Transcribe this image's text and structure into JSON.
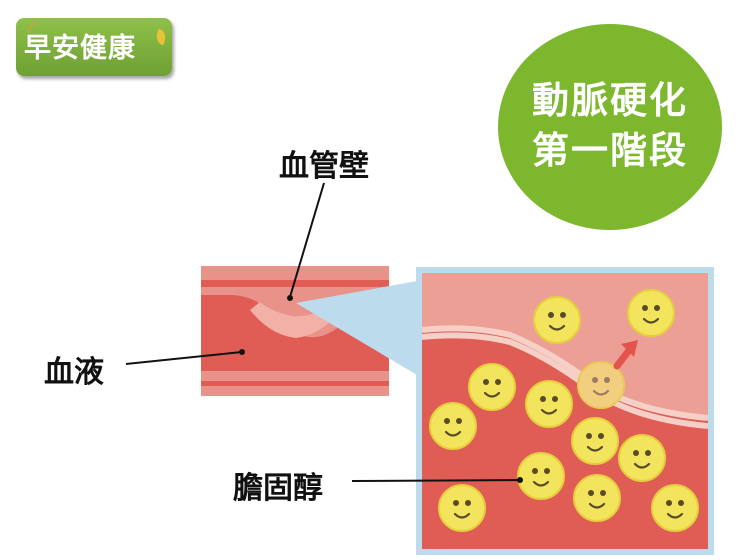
{
  "logo": {
    "text": "早安健康"
  },
  "badge": {
    "line1": "動脈硬化",
    "line2": "第一階段"
  },
  "labels": {
    "vessel_wall": "血管壁",
    "blood": "血液",
    "cholesterol": "膽固醇"
  },
  "colors": {
    "badge": "#7cb72e",
    "logo": "#7aa83b",
    "vessel_wall": "#e9928a",
    "blood": "#df5d55",
    "frame": "#b9dcef",
    "particle": "#f2e45c",
    "arrow": "#e5544c"
  }
}
